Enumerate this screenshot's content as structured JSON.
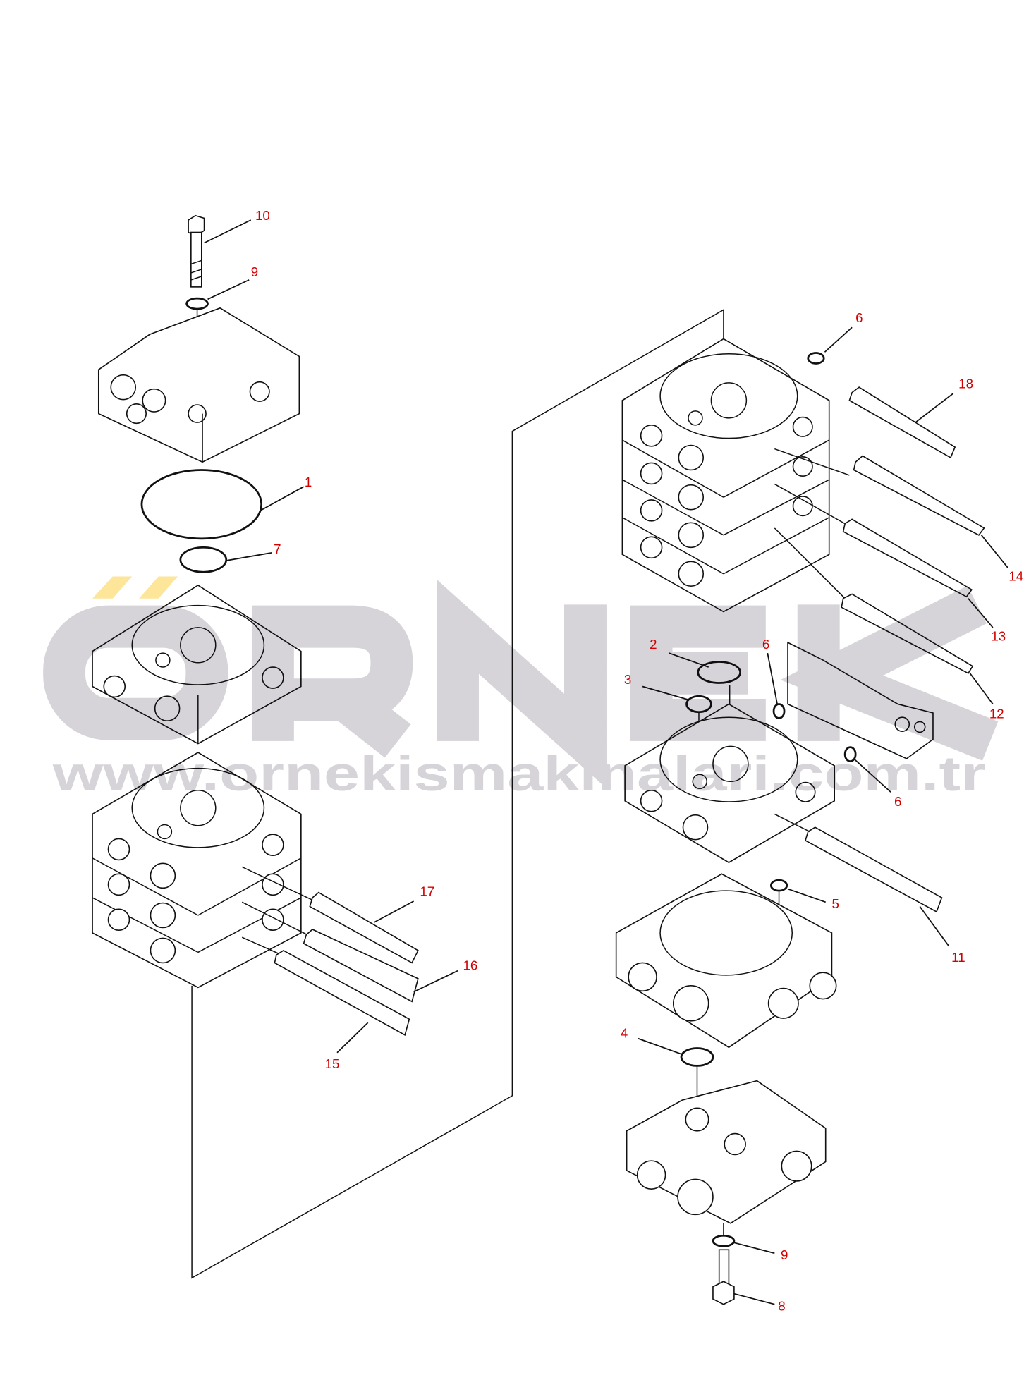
{
  "diagram": {
    "watermark": {
      "brand": "ORNEK",
      "url": "www.ornekismakinalari.com.tr",
      "brand_color": "#d6d4d8",
      "accent_color": "#fde59a"
    },
    "label_color": "#d40000",
    "callouts": [
      {
        "id": "c10",
        "text": "10"
      },
      {
        "id": "c9a",
        "text": "9"
      },
      {
        "id": "c1",
        "text": "1"
      },
      {
        "id": "c7",
        "text": "7"
      },
      {
        "id": "c17",
        "text": "17"
      },
      {
        "id": "c16",
        "text": "16"
      },
      {
        "id": "c15",
        "text": "15"
      },
      {
        "id": "c6a",
        "text": "6"
      },
      {
        "id": "c18",
        "text": "18"
      },
      {
        "id": "c14",
        "text": "14"
      },
      {
        "id": "c13",
        "text": "13"
      },
      {
        "id": "c12",
        "text": "12"
      },
      {
        "id": "c2",
        "text": "2"
      },
      {
        "id": "c6b",
        "text": "6"
      },
      {
        "id": "c3",
        "text": "3"
      },
      {
        "id": "c6c",
        "text": "6"
      },
      {
        "id": "c5",
        "text": "5"
      },
      {
        "id": "c11",
        "text": "11"
      },
      {
        "id": "c4",
        "text": "4"
      },
      {
        "id": "c9b",
        "text": "9"
      },
      {
        "id": "c8",
        "text": "8"
      }
    ]
  }
}
